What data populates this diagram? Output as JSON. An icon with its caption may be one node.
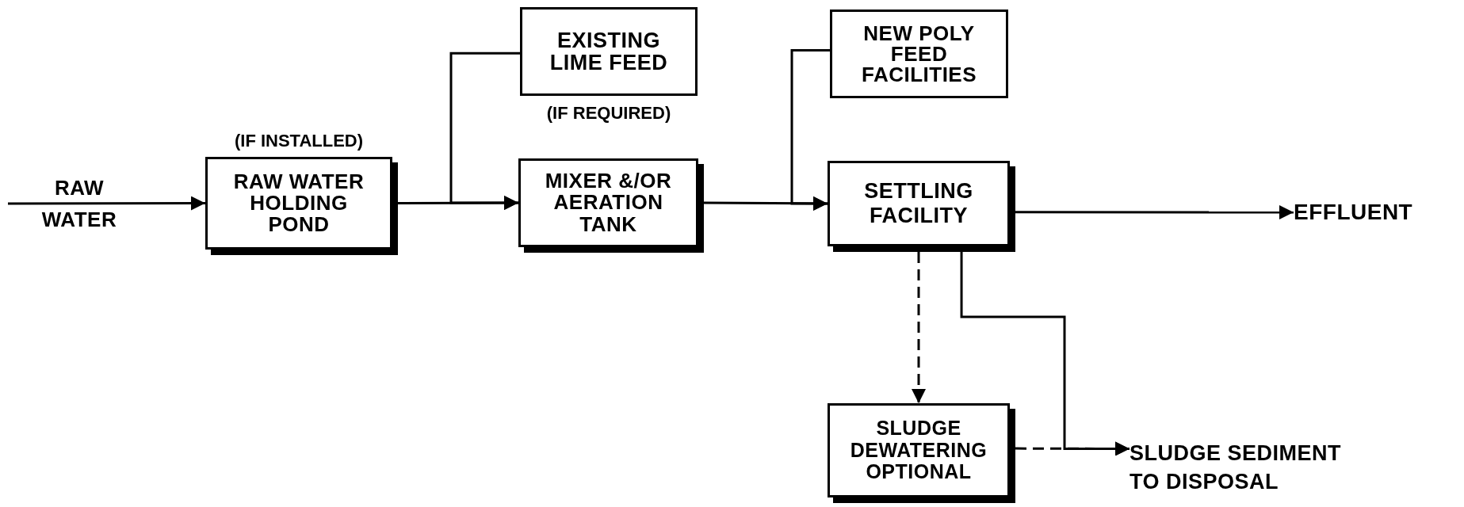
{
  "diagram": {
    "nodes": [
      {
        "text": [
          "RAW WATER"
        ]
      },
      {
        "text": [
          "RAW WATER HOLDING POND"
        ],
        "beside": [
          "(IF INSTALLED)"
        ]
      },
      {
        "text": [
          "EXISTING LIME FEED"
        ],
        "beside": [
          "(IF REQUIRED)"
        ]
      },
      {
        "text": [
          "MIXER &/OR AERATION TANK"
        ]
      },
      {
        "text": [
          "NEW POLY FEED FACILITIES"
        ]
      },
      {
        "text": [
          "SETTLING FACILITY"
        ]
      },
      {
        "text": [
          "EFFLUENT"
        ]
      },
      {
        "text": [
          "SLUDGE DEWATERING OPTIONAL"
        ]
      },
      {
        "text": [
          "SLUDGE SEDIMENT TO DISPOSAL"
        ]
      }
    ],
    "edges": [
      {
        "from": 0,
        "to": 1,
        "arrow": "to"
      },
      {
        "from": 1,
        "to": 3,
        "arrow": "to"
      },
      {
        "from": 2,
        "to": 3,
        "arrow": "to"
      },
      {
        "from": 3,
        "to": 5,
        "arrow": "to"
      },
      {
        "from": 4,
        "to": 5,
        "arrow": "to"
      },
      {
        "from": 5,
        "to": 6,
        "arrow": "to"
      },
      {
        "from": 5,
        "to": 7,
        "arrow": "to",
        "style": "dashed"
      },
      {
        "from": 5,
        "to": 8,
        "arrow": "to"
      },
      {
        "from": 7,
        "to": 8,
        "arrow": "to",
        "style": "dashed"
      }
    ]
  }
}
